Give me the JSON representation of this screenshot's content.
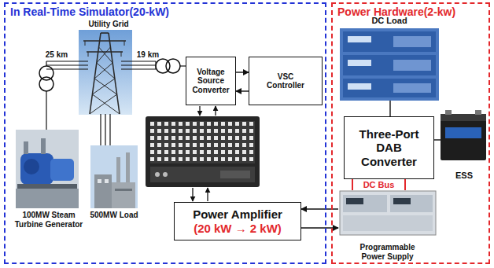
{
  "diagram": {
    "nodes": [
      {
        "text": [
          "In Real-Time Simulator(20-kW)"
        ]
      },
      {
        "text": [
          "Power Hardware(2-kw)"
        ]
      },
      {
        "text": [
          "Voltage Source Converter"
        ],
        "in": 0
      },
      {
        "text": [
          "VSC Controller"
        ],
        "in": 0
      },
      {
        "text": [
          "Power Amplifier",
          "(20 kW → 2 kW)"
        ],
        "in": 0
      },
      {
        "text": [
          "DC Load"
        ],
        "in": 1
      },
      {
        "text": [
          "Three-Port DAB Converter"
        ],
        "in": 1
      },
      {
        "text": [
          "ESS"
        ],
        "in": 1
      },
      {
        "text": [
          "Programmable Power Supply"
        ],
        "in": 1
      }
    ],
    "edges": [
      {
        "from": 2,
        "to": 3,
        "arrow": "to"
      },
      {
        "from": 3,
        "to": 2,
        "arrow": "to"
      },
      {
        "from": 4,
        "to": 8,
        "arrow": "to"
      },
      {
        "from": 8,
        "to": 4,
        "arrow": "to"
      },
      {
        "from": 5,
        "to": 6,
        "arrow": "none"
      },
      {
        "from": 6,
        "to": 7,
        "arrow": "none"
      },
      {
        "from": 6,
        "to": 8,
        "arrow": "none",
        "label": "DC Bus"
      }
    ],
    "labels": [
      "Utility Grid",
      "25 km",
      "19 km",
      "100MW Steam Turbine Generator",
      "500MW Load"
    ]
  }
}
